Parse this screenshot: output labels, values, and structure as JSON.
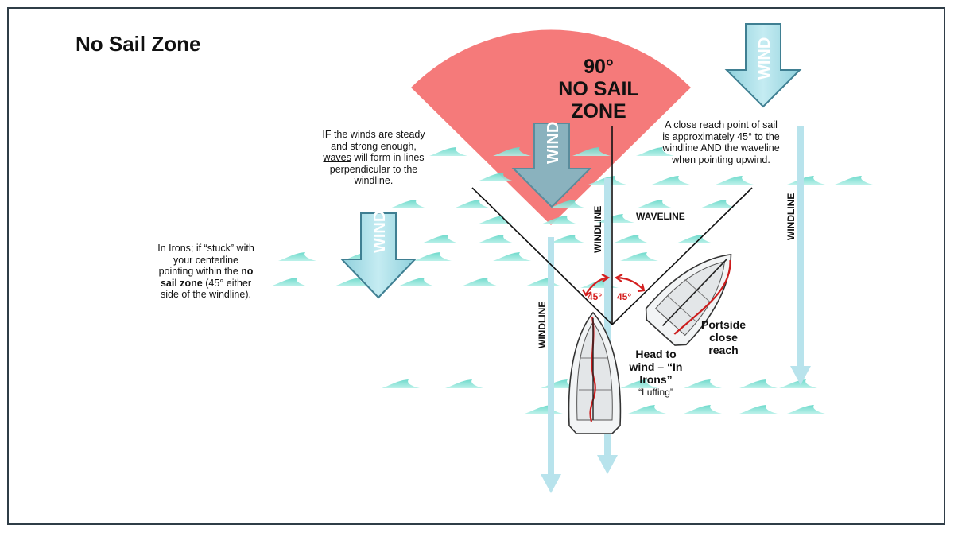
{
  "title": "No Sail Zone",
  "zone": {
    "line1": "90°",
    "line2": "NO SAIL",
    "line3": "ZONE"
  },
  "wind_label": "WIND",
  "windline_label": "WINDLINE",
  "waveline_label": "WAVELINE",
  "angle_label": "45°",
  "waves_note": {
    "part1": "IF the winds are steady and strong enough,",
    "waves": "waves",
    "part2": "will form in lines perpendicular to the windline."
  },
  "irons_note": {
    "part1": "In Irons; if “stuck” with your centerline pointing within the",
    "bold": "no sail zone",
    "part2": "(45° either side of the windline)."
  },
  "close_reach_note": "A close reach point of sail is approximately 45° to the windline AND the waveline when pointing upwind.",
  "head_to_wind": {
    "line1": "Head to",
    "line2": "wind – “In",
    "line3": "Irons”",
    "sub": "“Luffing”"
  },
  "portside": {
    "line1": "Portside",
    "line2": "close",
    "line3": "reach"
  },
  "colors": {
    "zone": "#f47373",
    "wave": "#7fe0d4",
    "arrow": "#a8dde6",
    "windline": "#c6e8ef",
    "angle": "#d42020",
    "frame": "#2f3d47"
  }
}
